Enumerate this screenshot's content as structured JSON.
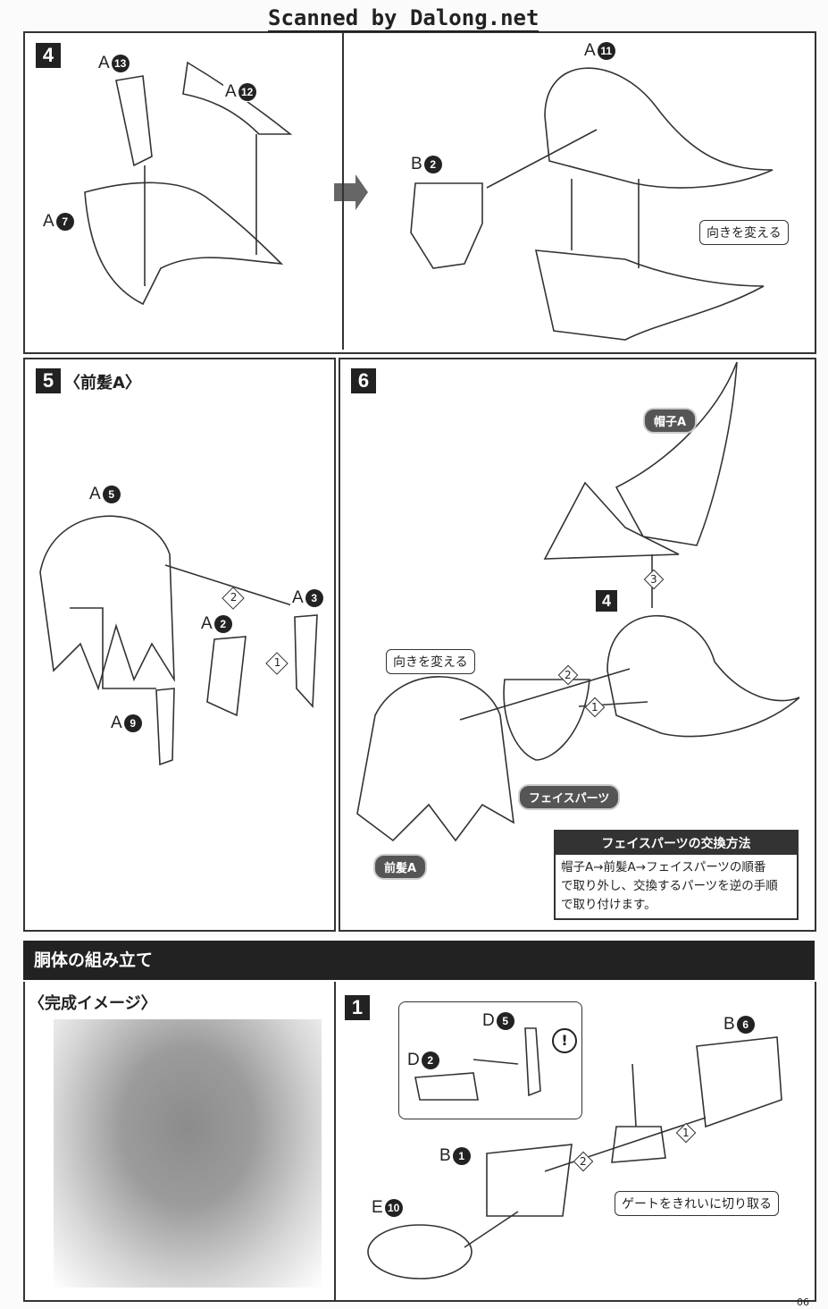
{
  "scan_credit": "Scanned by Dalong.net",
  "page_number": "06",
  "step4": {
    "num": "4",
    "parts": [
      {
        "l": "A",
        "n": "13"
      },
      {
        "l": "A",
        "n": "12"
      },
      {
        "l": "A",
        "n": "7"
      },
      {
        "l": "A",
        "n": "11"
      },
      {
        "l": "B",
        "n": "2"
      }
    ],
    "callout": "向きを変える"
  },
  "step5": {
    "num": "5",
    "title": "〈前髪A〉",
    "parts": [
      {
        "l": "A",
        "n": "5"
      },
      {
        "l": "A",
        "n": "3"
      },
      {
        "l": "A",
        "n": "2"
      },
      {
        "l": "A",
        "n": "9"
      }
    ],
    "order": [
      "2",
      "1"
    ]
  },
  "step6": {
    "num": "6",
    "sub_step": "4",
    "labels": {
      "hat": "帽子A",
      "bangs": "前髪A",
      "face": "フェイスパーツ"
    },
    "callout": "向きを変える",
    "order": [
      "3",
      "2",
      "1"
    ],
    "note": {
      "title": "フェイスパーツの交換方法",
      "lines": [
        "帽子A→前髪A→フェイスパーツの順番",
        "で取り外し、交換するパーツを逆の手順",
        "で取り付けます。"
      ]
    }
  },
  "section": {
    "title": "胴体の組み立て"
  },
  "complete": {
    "title": "〈完成イメージ〉"
  },
  "step1": {
    "num": "1",
    "parts": [
      {
        "l": "D",
        "n": "5"
      },
      {
        "l": "D",
        "n": "2"
      },
      {
        "l": "B",
        "n": "6"
      },
      {
        "l": "B",
        "n": "1"
      },
      {
        "l": "E",
        "n": "10"
      }
    ],
    "warning": "!",
    "callout": "ゲートをきれいに切り取る",
    "order": [
      "2",
      "1"
    ]
  }
}
